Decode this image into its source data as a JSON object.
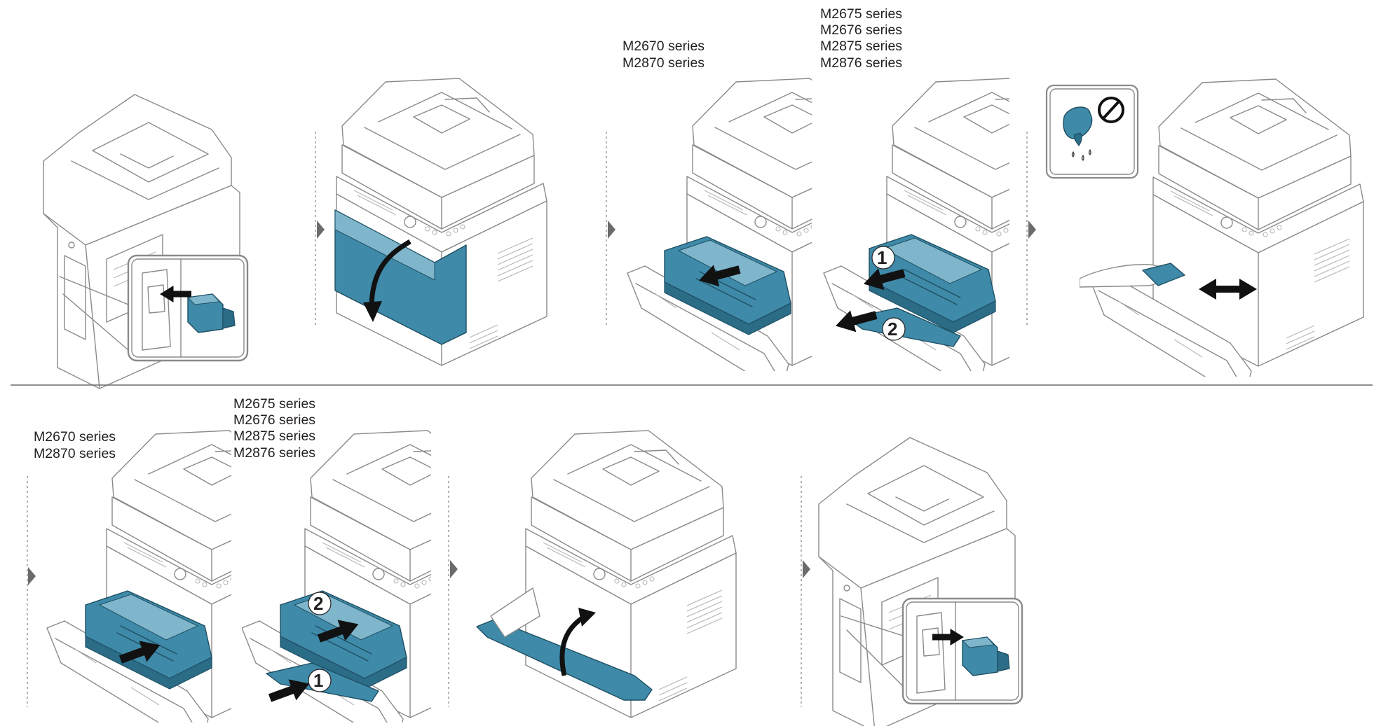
{
  "labels": {
    "step3_series": [
      "M2670 series",
      "M2870 series"
    ],
    "step4_series": [
      "M2675 series",
      "M2676 series",
      "M2875 series",
      "M2876 series"
    ],
    "step6_series": [
      "M2670 series",
      "M2870 series"
    ],
    "step7_series": [
      "M2675 series",
      "M2676 series",
      "M2875 series",
      "M2876 series"
    ]
  },
  "callouts": {
    "step4_first": "1",
    "step4_second": "2",
    "step7_first": "1",
    "step7_second": "2"
  },
  "colors": {
    "accent": "#3f8aa8",
    "line": "#8a8a8a",
    "separator": "#8a8a8a"
  },
  "icons": {
    "no_liquid": "no-liquid-cleaner-icon",
    "power_plug": "power-plug-icon",
    "step_marker": "triangle-right-icon"
  }
}
